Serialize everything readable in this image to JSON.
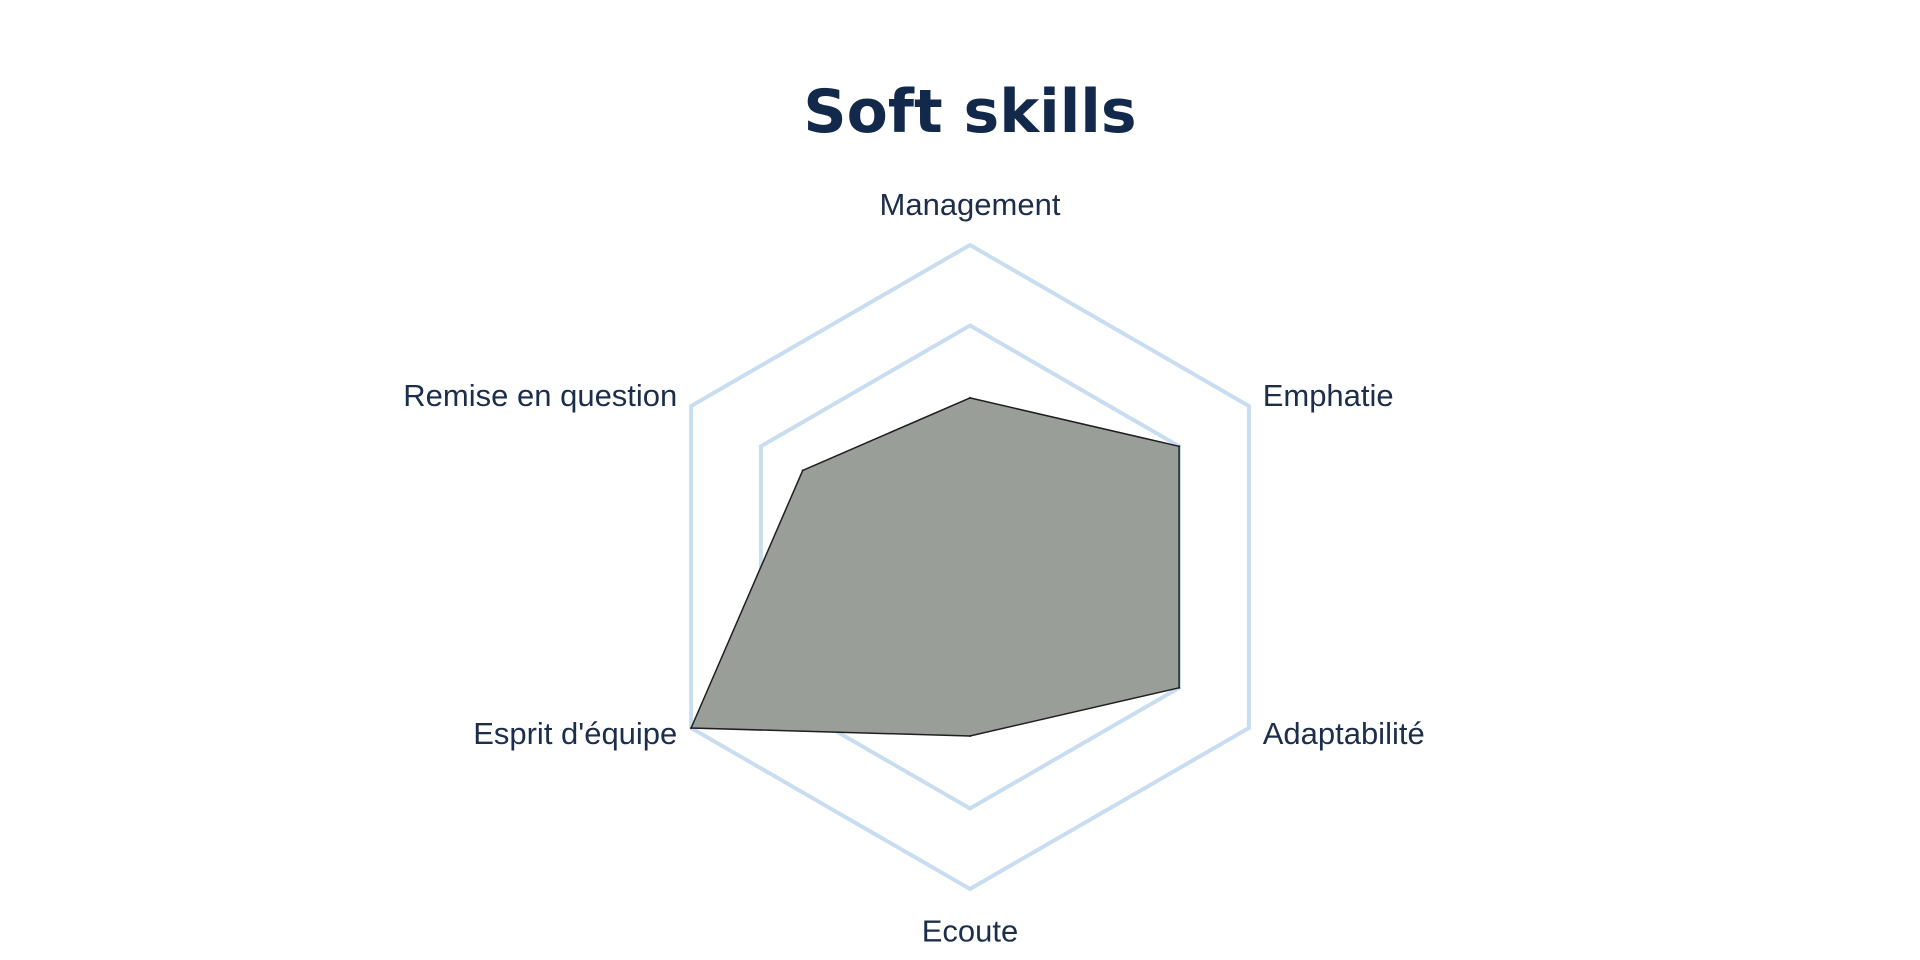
{
  "chart_data": {
    "type": "radar",
    "title": "Soft skills",
    "categories": [
      "Management",
      "Emphatie",
      "Adaptabilité",
      "Ecoute",
      "Esprit d'équipe",
      "Remise en question"
    ],
    "series": [
      {
        "values": [
          2.1,
          3.0,
          3.0,
          2.1,
          4.0,
          2.4
        ]
      }
    ],
    "rlim": [
      0,
      4
    ],
    "grid": true,
    "grid_rings": [
      2,
      3,
      4
    ],
    "legend": "none",
    "colors": {
      "title": "#13294b",
      "label": "#1c2e4a",
      "grid": "#c9ddf0",
      "fill": "#9a9e98",
      "stroke": "#1f1f1f"
    }
  }
}
